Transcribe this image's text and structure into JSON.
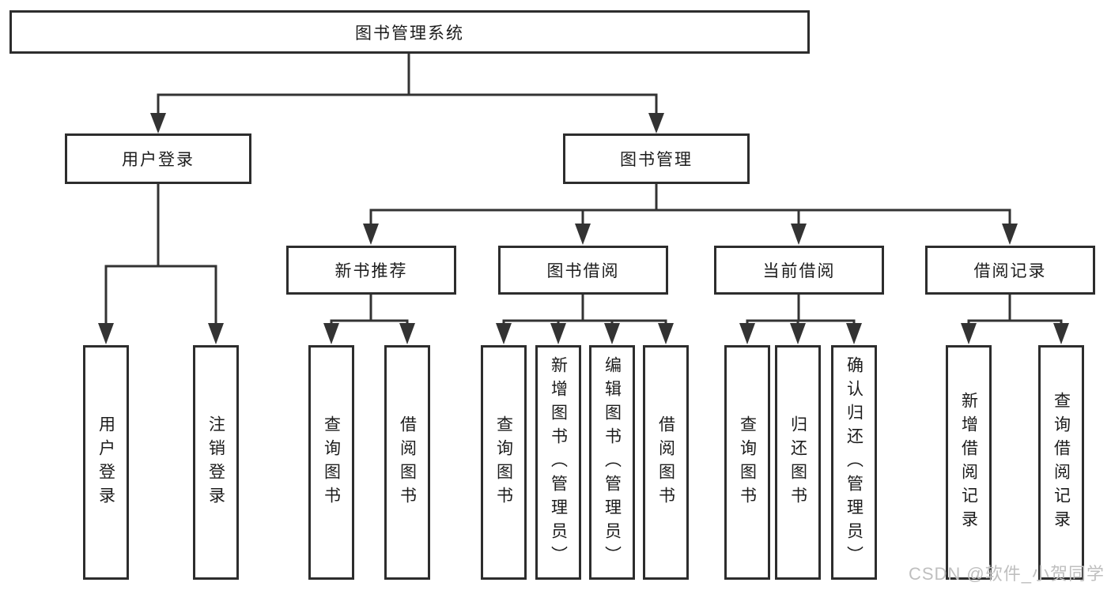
{
  "colors": {
    "background": "#ffffff",
    "line": "#333333",
    "border": "#2d2d2d",
    "text": "#1c1c1c",
    "watermark": "#bfbfbf"
  },
  "diagram": {
    "root": {
      "label": "图书管理系统"
    },
    "level2": [
      {
        "label": "用户登录"
      },
      {
        "label": "图书管理"
      }
    ],
    "level3": [
      {
        "label": "新书推荐"
      },
      {
        "label": "图书借阅"
      },
      {
        "label": "当前借阅"
      },
      {
        "label": "借阅记录"
      }
    ],
    "leaves": {
      "user_login": [
        "用户登录",
        "注销登录"
      ],
      "new_books": [
        "查询图书",
        "借阅图书"
      ],
      "book_borrow": [
        "查询图书",
        "新增图书（管理员）",
        "编辑图书（管理员）",
        "借阅图书"
      ],
      "current_borrow": [
        "查询图书",
        "归还图书",
        "确认归还（管理员）"
      ],
      "borrow_records": [
        "新增借阅记录",
        "查询借阅记录"
      ]
    }
  },
  "watermark": {
    "text": "CSDN @软件_小贺同学"
  }
}
